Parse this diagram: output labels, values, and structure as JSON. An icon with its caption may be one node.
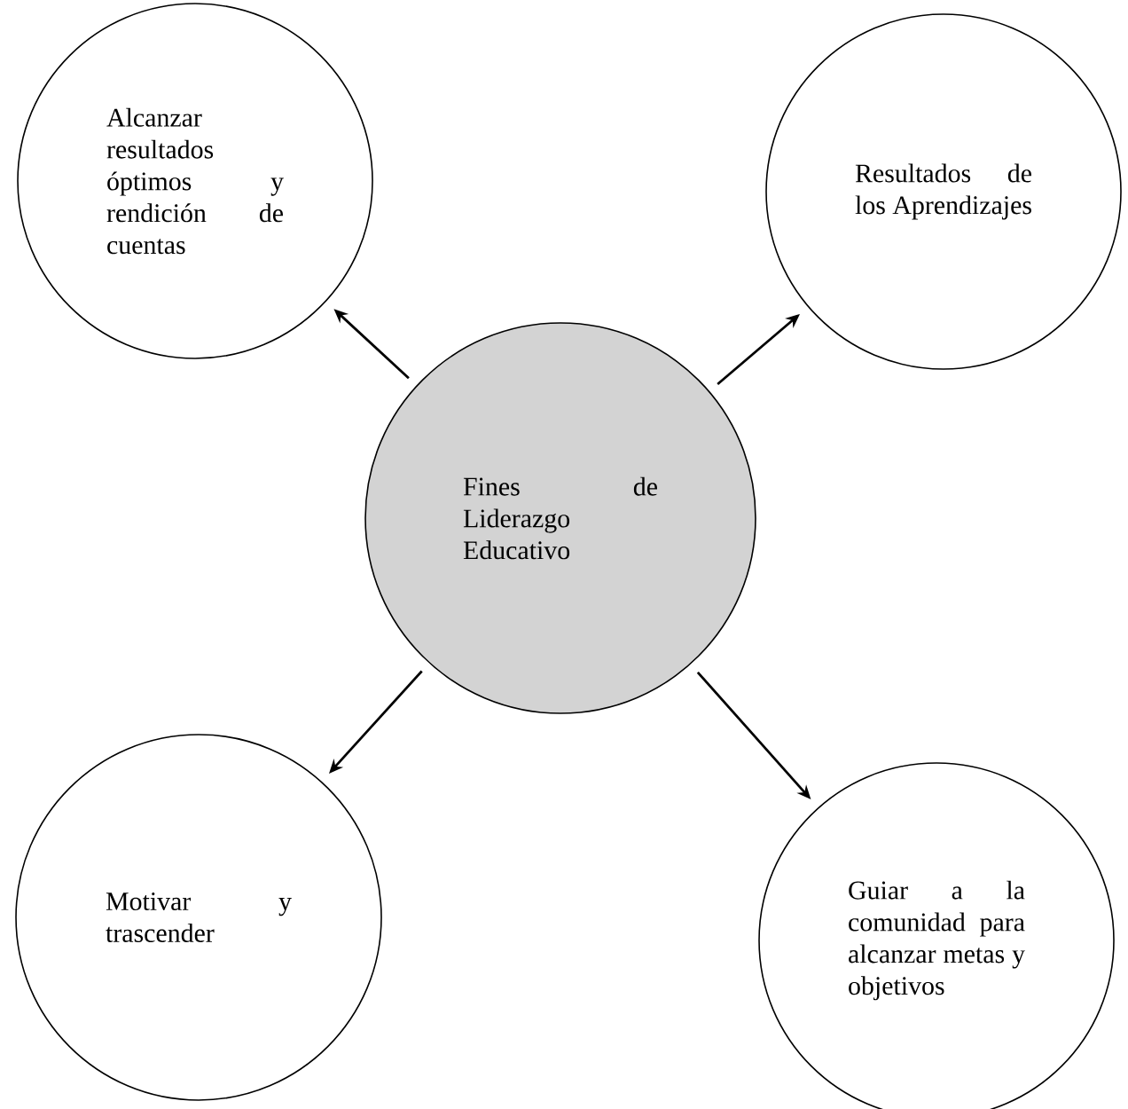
{
  "diagram": {
    "nodes": [
      {
        "text": [
          "Alcanzar resultados óptimos y rendición de cuentas"
        ]
      },
      {
        "text": [
          "Resultados de los Aprendizajes"
        ]
      },
      {
        "text": [
          "Fines de Liderazgo Educativo"
        ]
      },
      {
        "text": [
          "Motivar y trascender"
        ]
      },
      {
        "text": [
          "Guiar a la comunidad para alcanzar metas y objetivos"
        ]
      }
    ],
    "edges": [
      {
        "from": 2,
        "to": 0,
        "arrow": "to"
      },
      {
        "from": 2,
        "to": 1,
        "arrow": "to"
      },
      {
        "from": 2,
        "to": 3,
        "arrow": "to"
      },
      {
        "from": 2,
        "to": 4,
        "arrow": "to"
      }
    ]
  }
}
